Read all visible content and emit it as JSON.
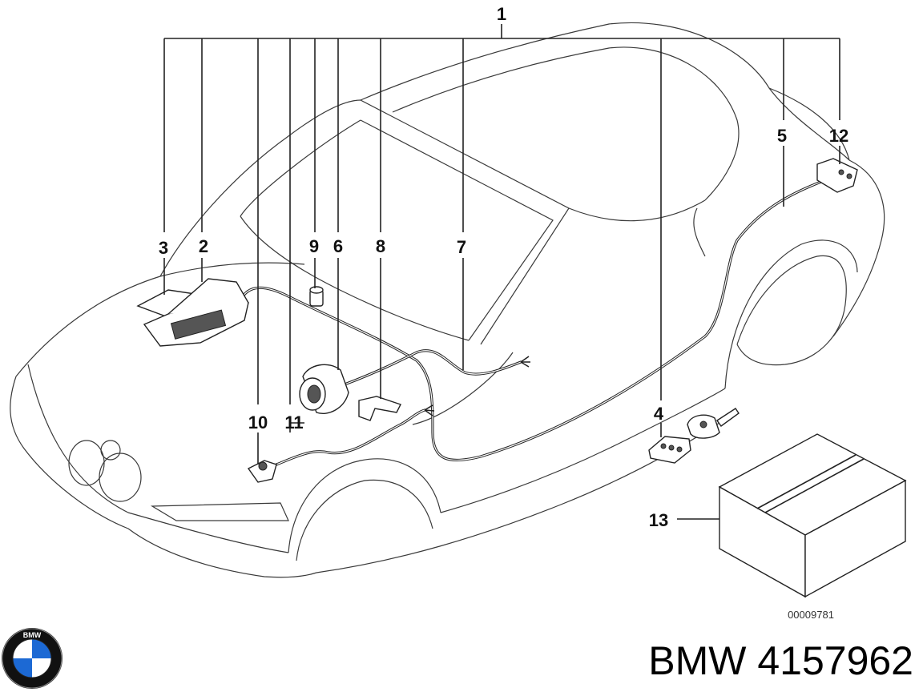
{
  "diagram": {
    "callouts": [
      {
        "id": "1",
        "text": "1"
      },
      {
        "id": "2",
        "text": "2"
      },
      {
        "id": "3",
        "text": "3"
      },
      {
        "id": "4",
        "text": "4"
      },
      {
        "id": "5",
        "text": "5"
      },
      {
        "id": "6",
        "text": "6"
      },
      {
        "id": "7",
        "text": "7"
      },
      {
        "id": "8",
        "text": "8"
      },
      {
        "id": "9",
        "text": "9"
      },
      {
        "id": "10",
        "text": "10"
      },
      {
        "id": "11",
        "text": "11"
      },
      {
        "id": "12",
        "text": "12"
      },
      {
        "id": "13",
        "text": "13"
      }
    ],
    "drawing_code": "00009781"
  },
  "brand": {
    "part_label": "BMW 4157962",
    "logo_letters": "BMW",
    "logo_icon": "bmw-roundel-icon",
    "colors": {
      "logo_blue": "#1c69d4",
      "logo_ring": "#111111",
      "logo_white": "#ffffff"
    }
  }
}
